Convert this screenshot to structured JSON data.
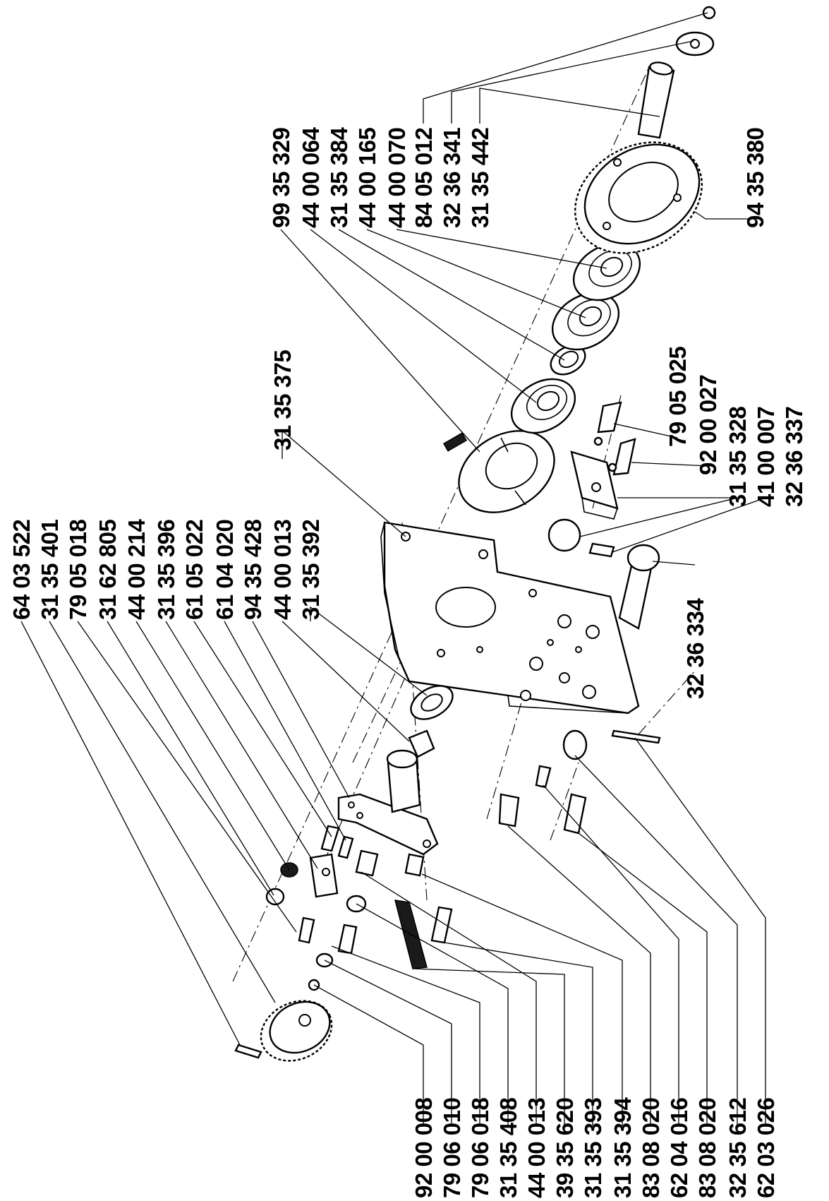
{
  "diagram": {
    "labels": {
      "top_left": [
        "64 03 522",
        "31 35 401",
        "79 05 018",
        "31 62 805",
        "44 00 214",
        "31 35 396",
        "61 05 022",
        "61 04 020",
        "94 35 428",
        "44 00 013",
        "31 35 392"
      ],
      "top_right": [
        "99 35 329",
        "44 00 064",
        "31 35 384",
        "44 00 165",
        "44 00 070",
        "84 05 012",
        "32 36 341",
        "31 35 442"
      ],
      "far_right": "94 35 380",
      "plate": "31 35 375",
      "right_middle": [
        "79 05 025",
        "92 00 027",
        "31 35 328",
        "41 00 007",
        "32 36 337"
      ],
      "knob": "32 36 334",
      "bottom": [
        "92 00 008",
        "79 06 010",
        "79 06 018",
        "31 35 408",
        "44 00 013",
        "39 35 620",
        "31 35 393",
        "31 35 394",
        "83 08 020",
        "62 04 016",
        "83 08 020",
        "32 35 612",
        "62 03 026"
      ]
    }
  }
}
